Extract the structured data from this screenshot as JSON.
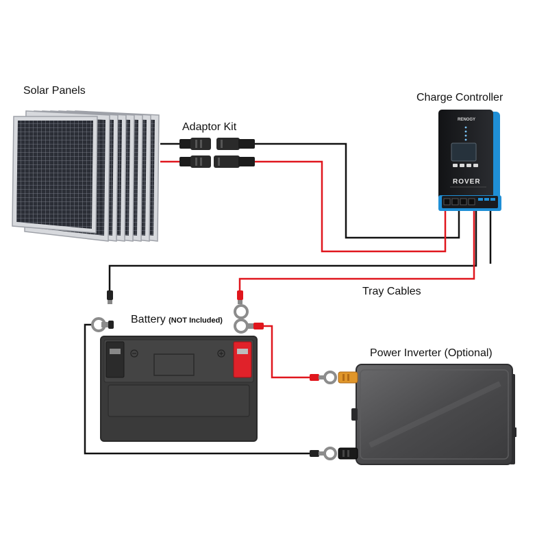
{
  "labels": {
    "solar_panels": "Solar Panels",
    "adaptor_kit": "Adaptor Kit",
    "charge_controller": "Charge Controller",
    "tray_cables": "Tray Cables",
    "battery": "Battery",
    "battery_note": "(NOT Included)",
    "power_inverter": "Power Inverter (Optional)"
  },
  "controller": {
    "brand": "RENOGY",
    "model": "ROVER"
  },
  "colors": {
    "positive_wire": "#e0161d",
    "negative_wire": "#111111",
    "controller_body": "#1d1f22",
    "controller_accent": "#1f8fd6",
    "controller_display": "#26323c",
    "battery_body": "#3a3a3a",
    "battery_positive": "#e0222a",
    "inverter_body": "#4a4a4c",
    "inverter_positive_terminal": "#e0962a",
    "panel_cell": "#2b2e36",
    "panel_frame": "#c9cbd0"
  }
}
